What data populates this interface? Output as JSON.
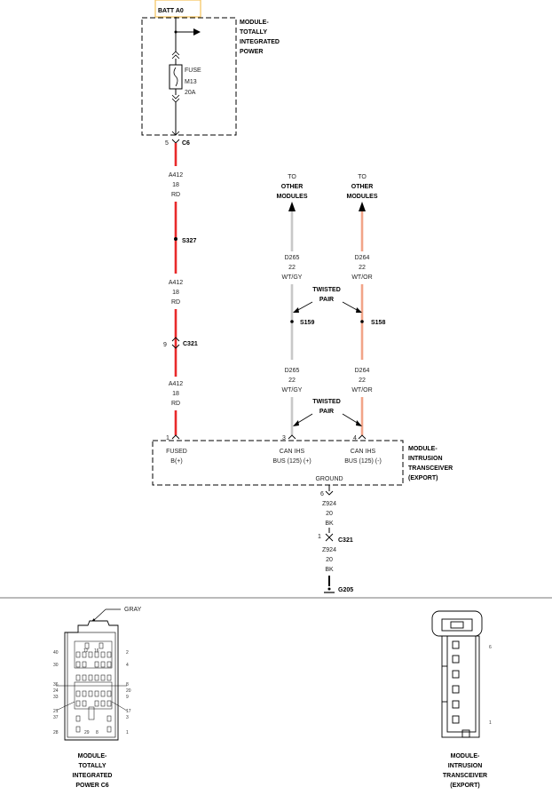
{
  "batt": "BATT A0",
  "module_power": {
    "line1": "MODULE-",
    "line2": "TOTALLY",
    "line3": "INTEGRATED",
    "line4": "POWER"
  },
  "fuse": {
    "label": "FUSE",
    "id": "M13",
    "rating": "20A"
  },
  "c6": {
    "pin": "5",
    "name": "C6"
  },
  "wires": {
    "a412_1": {
      "circuit": "A412",
      "gauge": "18",
      "color": "RD"
    },
    "a412_2": {
      "circuit": "A412",
      "gauge": "18",
      "color": "RD"
    },
    "a412_3": {
      "circuit": "A412",
      "gauge": "18",
      "color": "RD"
    },
    "d265_top": {
      "circuit": "D265",
      "gauge": "22",
      "color": "WT/GY"
    },
    "d265_bot": {
      "circuit": "D265",
      "gauge": "22",
      "color": "WT/GY"
    },
    "d264_top": {
      "circuit": "D264",
      "gauge": "22",
      "color": "WT/OR"
    },
    "d264_bot": {
      "circuit": "D264",
      "gauge": "22",
      "color": "WT/OR"
    },
    "z924_1": {
      "circuit": "Z924",
      "gauge": "20",
      "color": "BK"
    },
    "z924_2": {
      "circuit": "Z924",
      "gauge": "20",
      "color": "BK"
    }
  },
  "splices": {
    "s327": "S327",
    "s159": "S159",
    "s158": "S158"
  },
  "c321_top": {
    "pin": "9",
    "name": "C321"
  },
  "c321_bot": {
    "pin": "1",
    "name": "C321"
  },
  "to_other_1": {
    "l1": "TO",
    "l2": "OTHER",
    "l3": "MODULES"
  },
  "to_other_2": {
    "l1": "TO",
    "l2": "OTHER",
    "l3": "MODULES"
  },
  "twisted_1": {
    "l1": "TWISTED",
    "l2": "PAIR"
  },
  "twisted_2": {
    "l1": "TWISTED",
    "l2": "PAIR"
  },
  "transceiver": {
    "pin1": "1",
    "pin3": "3",
    "pin4": "4",
    "pin6": "6",
    "fused_l1": "FUSED",
    "fused_l2": "B(+)",
    "canp_l1": "CAN IHS",
    "canp_l2": "BUS (125) (+)",
    "canm_l1": "CAN IHS",
    "canm_l2": "BUS (125) (-)",
    "ground": "GROUND",
    "name_l1": "MODULE-",
    "name_l2": "INTRUSION",
    "name_l3": "TRANSCEIVER",
    "name_l4": "(EXPORT)"
  },
  "g205": "G205",
  "conn_left": {
    "color": "GRAY",
    "pins_left": [
      "40",
      "30",
      "36",
      "24",
      "33",
      "21",
      "37",
      "28"
    ],
    "pins_right": [
      "2",
      "4",
      "8",
      "20",
      "9",
      "17",
      "3",
      "1"
    ],
    "pins_top": [
      "12",
      "16"
    ],
    "pins_bottom": [
      "29",
      "8"
    ],
    "cap_l1": "MODULE-",
    "cap_l2": "TOTALLY",
    "cap_l3": "INTEGRATED",
    "cap_l4": "POWER C6"
  },
  "conn_right": {
    "pin_top": "6",
    "pin_bottom": "1",
    "cap_l1": "MODULE-",
    "cap_l2": "INTRUSION",
    "cap_l3": "TRANSCEIVER",
    "cap_l4": "(EXPORT)"
  },
  "colors": {
    "red_wire": "#e8292a",
    "gray_wire": "#c8c8c8",
    "orange_wire": "#f2a488",
    "highlight": "#f5c35a"
  }
}
